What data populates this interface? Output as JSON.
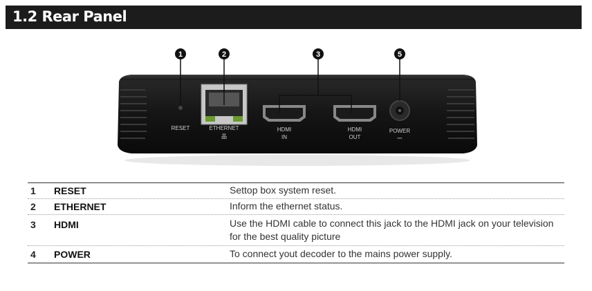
{
  "section": {
    "title": "1.2 Rear Panel"
  },
  "figure": {
    "callouts": [
      "1",
      "2",
      "3",
      "5"
    ],
    "labels": {
      "reset": "RESET",
      "ethernet": "ETHERNET",
      "ethernet_symbol": "品",
      "hdmi_in_1": "HDMI",
      "hdmi_in_2": "IN",
      "hdmi_out_1": "HDMI",
      "hdmi_out_2": "OUT",
      "power": "POWER",
      "power_symbol": "⎓"
    }
  },
  "table": {
    "rows": [
      {
        "num": "1",
        "name": "RESET",
        "desc": "Settop box system reset."
      },
      {
        "num": "2",
        "name": "ETHERNET",
        "desc": "Inform the ethernet status."
      },
      {
        "num": "3",
        "name": "HDMI",
        "desc": "Use the HDMI cable to connect this jack to the HDMI jack on your television for the best quality picture"
      },
      {
        "num": "4",
        "name": "POWER",
        "desc": "To connect yout decoder to the mains power supply."
      }
    ]
  }
}
